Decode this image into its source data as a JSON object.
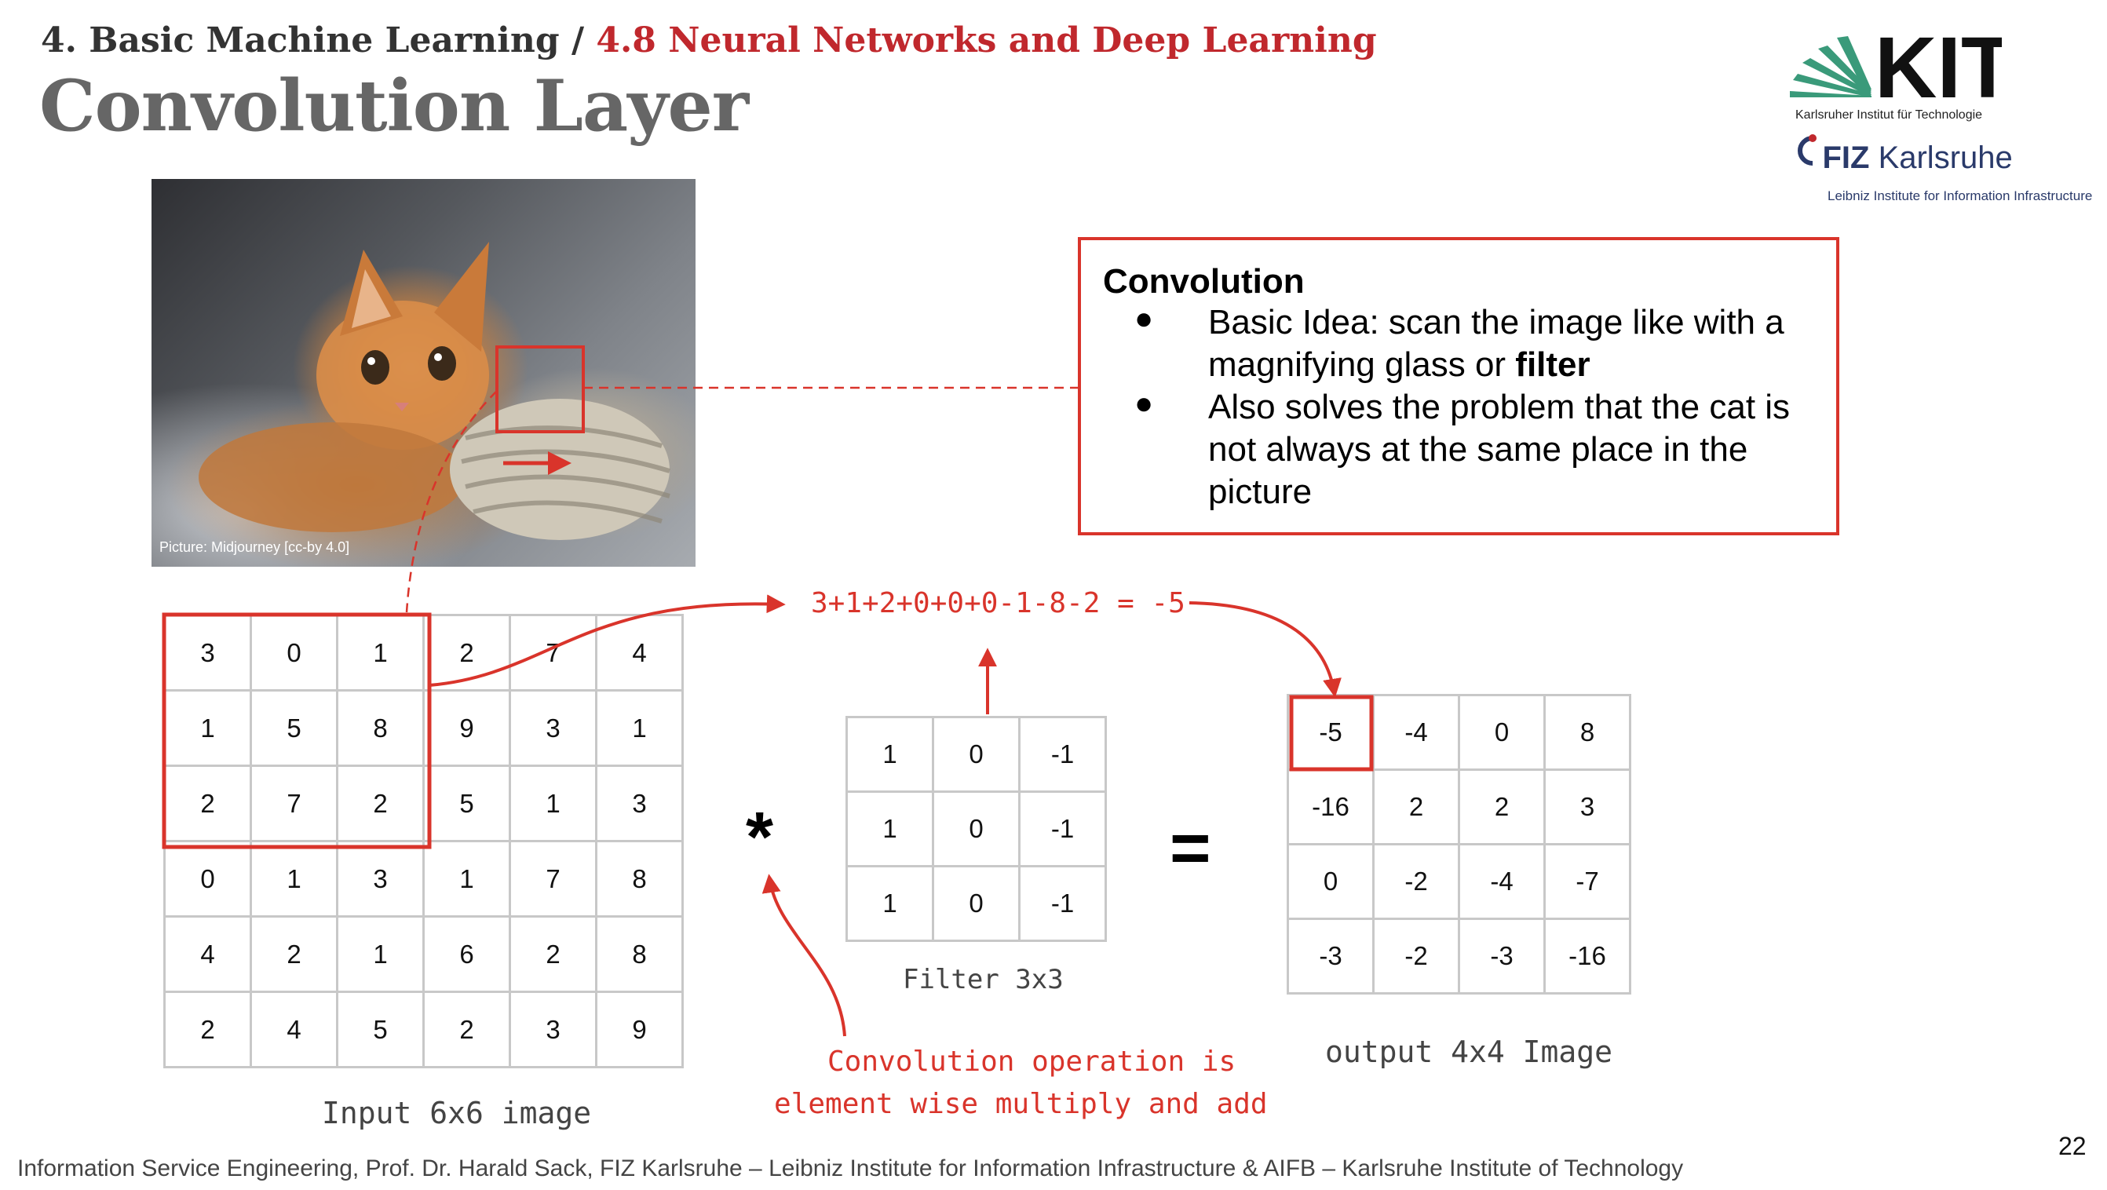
{
  "header": {
    "breadcrumb_section": "4. Basic Machine Learning /",
    "breadcrumb_subsection": "4.8 Neural Networks and Deep Learning",
    "title": "Convolution Layer"
  },
  "logos": {
    "kit_text": "KIT",
    "kit_subtitle": "Karlsruher Institut für Technologie",
    "fiz_bold": "FIZ",
    "fiz_rest": "Karlsruhe",
    "fiz_subtitle": "Leibniz Institute for Information Infrastructure"
  },
  "photo": {
    "credit": "Picture: Midjourney [cc-by 4.0]"
  },
  "convolution_box": {
    "heading": "Convolution",
    "bullet_symbol": "●",
    "bullet1_pre": "Basic Idea: scan the image like with a magnifying glass or ",
    "bullet1_bold": "filter",
    "bullet2": "Also solves the problem that the cat is not always at the same place in the picture"
  },
  "input_grid": {
    "label": "Input 6x6 image",
    "rows": [
      [
        "3",
        "0",
        "1",
        "2",
        "7",
        "4"
      ],
      [
        "1",
        "5",
        "8",
        "9",
        "3",
        "1"
      ],
      [
        "2",
        "7",
        "2",
        "5",
        "1",
        "3"
      ],
      [
        "0",
        "1",
        "3",
        "1",
        "7",
        "8"
      ],
      [
        "4",
        "2",
        "1",
        "6",
        "2",
        "8"
      ],
      [
        "2",
        "4",
        "5",
        "2",
        "3",
        "9"
      ]
    ]
  },
  "operators": {
    "convolve": "*",
    "equals": "="
  },
  "filter_grid": {
    "label": "Filter 3x3",
    "rows": [
      [
        "1",
        "0",
        "-1"
      ],
      [
        "1",
        "0",
        "-1"
      ],
      [
        "1",
        "0",
        "-1"
      ]
    ]
  },
  "output_grid": {
    "label": "output 4x4 Image",
    "rows": [
      [
        "-5",
        "-4",
        "0",
        "8"
      ],
      [
        "-16",
        "2",
        "2",
        "3"
      ],
      [
        "0",
        "-2",
        "-4",
        "-7"
      ],
      [
        "-3",
        "-2",
        "-3",
        "-16"
      ]
    ]
  },
  "annotations": {
    "equation": "3+1+2+0+0+0-1-8-2 = -5",
    "note_line1": "Convolution operation is",
    "note_line2": "element wise multiply and add"
  },
  "footer": {
    "text": "Information Service Engineering, Prof. Dr. Harald Sack, FIZ Karlsruhe – Leibniz Institute for Information Infrastructure & AIFB – Karlsruhe Institute of Technology",
    "page_number": "22"
  },
  "colors": {
    "accent_red": "#d9342b",
    "title_gray": "#666666",
    "kit_green": "#3a9a7a"
  }
}
